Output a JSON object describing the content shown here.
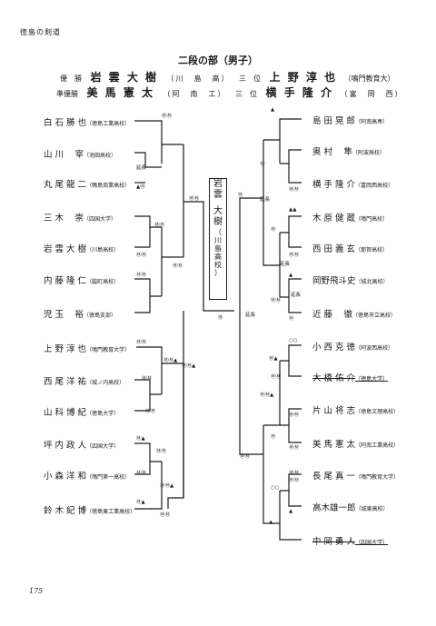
{
  "page": {
    "header": "徳島の剣道",
    "title": "二段の部（男子）",
    "page_number": "175"
  },
  "results": [
    {
      "label": "優　勝",
      "name": "岩 雲 大 樹",
      "school": "（川　島　高）",
      "label2": "三　位",
      "name2": "上 野 淳 也",
      "school2": "（鳴門教育大）"
    },
    {
      "label": "準優勝",
      "name": "美 馬 憲 太",
      "school": "（阿　南　工）",
      "label2": "三　位",
      "name2": "横 手 隆 介",
      "school2": "（富　岡　西）"
    }
  ],
  "winner_box": [
    "岩",
    "雲",
    "",
    "大",
    "樹",
    "（",
    "川",
    "島",
    "高",
    "校",
    "）"
  ],
  "left_players": [
    {
      "name": "白 石 勝 也",
      "school": "（徳島工業高校）"
    },
    {
      "name": "山 川　 宰",
      "school": "（池田高校）"
    },
    {
      "name": "丸 尾 龍 二",
      "school": "（鴨島商業高校）"
    },
    {
      "name": "三 木　 崇",
      "school": "（四国大学）"
    },
    {
      "name": "岩 雲 大 樹",
      "school": "（川島高校）"
    },
    {
      "name": "内 藤 隆 仁",
      "school": "（脇町高校）"
    },
    {
      "name": "児 玉　 裕",
      "school": "（徳島支部）"
    },
    {
      "name": "上 野 淳 也",
      "school": "（鳴門教育大学）"
    },
    {
      "name": "西 尾 洋 祐",
      "school": "（城ノ内高校）"
    },
    {
      "name": "山 科 博 紀",
      "school": "（徳島大学）"
    },
    {
      "name": "坪 内 政 人",
      "school": "（四国大学）"
    },
    {
      "name": "小 森 洋 和",
      "school": "（鳴門第一高校）"
    },
    {
      "name": "鈴 木 紀 博",
      "school": "（徳島東工業高校）"
    }
  ],
  "right_players": [
    {
      "name": "島 田 晃 郎",
      "school": "（阿南高専）"
    },
    {
      "name": "奥 村　 隼",
      "school": "（阿波高校）"
    },
    {
      "name": "横 手 隆 介",
      "school": "（富岡西高校）"
    },
    {
      "name": "木 原 健 蔵",
      "school": "（鳴門高校）"
    },
    {
      "name": "西 田 義 玄",
      "school": "（那賀高校）"
    },
    {
      "name": "岡野飛斗史",
      "school": "（城北高校）"
    },
    {
      "name": "近 藤　 徹",
      "school": "（徳島市立高校）"
    },
    {
      "name": "小 西 克 徳",
      "school": "（阿波西高校）"
    },
    {
      "name": "大 橋 佑 介",
      "school": "（徳島大学）"
    },
    {
      "name": "片 山 将 志",
      "school": "（徳島文理高校）"
    },
    {
      "name": "美 馬 憲 太",
      "school": "（阿南工業高校）"
    },
    {
      "name": "長 尾 真 一",
      "school": "（鳴門教育大学）"
    },
    {
      "name": "高木雄一郎",
      "school": "（城東高校）"
    },
    {
      "name": "中 岡 勇 人",
      "school": "（四国大学）"
    }
  ],
  "notes": {
    "enchou": "延長"
  },
  "marks": [
    {
      "t": "ⓂⓂ"
    },
    {
      "t": "▲Ⓜ"
    },
    {
      "t": "ⓂⓂ"
    },
    {
      "t": "ⓂⓂ"
    },
    {
      "t": "ⓂⓂ"
    },
    {
      "t": "ⓂⓂ"
    },
    {
      "t": "ⓂⓂ"
    },
    {
      "t": "ⓂⓂ"
    },
    {
      "t": "ⓂⓂ"
    },
    {
      "t": "ⓂⓂ▲"
    },
    {
      "t": "ⓂⓂ"
    },
    {
      "t": "ⓂⓂ"
    },
    {
      "t": "Ⓜ▲"
    },
    {
      "t": "ⓂⓂ▲"
    },
    {
      "t": "Ⓜ▲"
    },
    {
      "t": "ⓂⓂ"
    },
    {
      "t": "ⓂⓂ"
    },
    {
      "t": "ⓂⓂ▲"
    },
    {
      "t": "Ⓜ"
    },
    {
      "t": "Ⓜ"
    },
    {
      "t": "▲"
    },
    {
      "t": "Ⓜ"
    },
    {
      "t": "ⓂⓂ"
    },
    {
      "t": "▲▲"
    },
    {
      "t": "Ⓜ"
    },
    {
      "t": "ⓂⓂ"
    },
    {
      "t": "▲"
    },
    {
      "t": "ⓂⓂ"
    },
    {
      "t": "Ⓜ"
    },
    {
      "t": "ⓂⓂ"
    },
    {
      "t": "Ⓜ▲"
    },
    {
      "t": "○○"
    },
    {
      "t": "ⓂⓂ"
    },
    {
      "t": "ⓂⓂ▲"
    },
    {
      "t": "ⓂⓂ"
    },
    {
      "t": "ⓂⓂ"
    },
    {
      "t": "○○"
    },
    {
      "t": "▲"
    },
    {
      "t": "▲"
    },
    {
      "t": "ⓂⓂ"
    },
    {
      "t": "ⓂⓂ"
    },
    {
      "t": "Ⓜ"
    }
  ]
}
